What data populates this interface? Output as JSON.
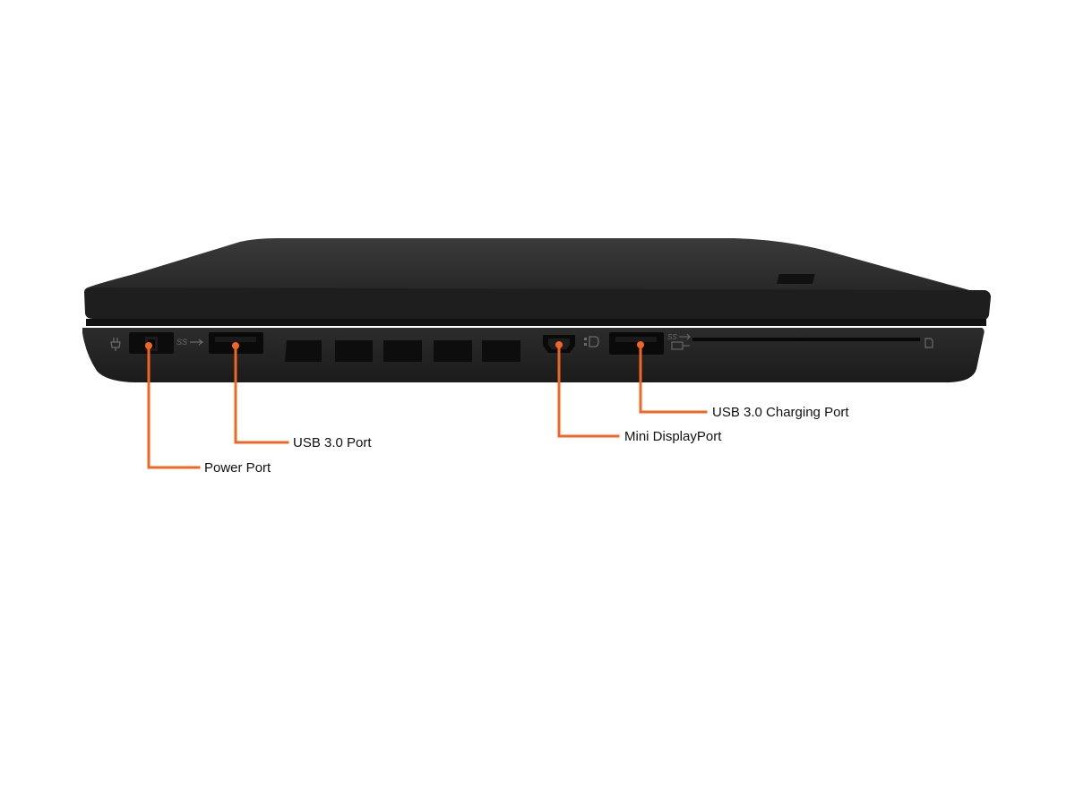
{
  "colors": {
    "background": "#ffffff",
    "laptop_body": "#262626",
    "lid_top": "#2f2f2f",
    "port_black": "#0a0a0a",
    "callout_orange": "#f26522"
  },
  "callouts": {
    "power_port": "Power Port",
    "usb_port": "USB 3.0 Port",
    "mini_displayport": "Mini DisplayPort",
    "usb_charging_port": "USB 3.0 Charging Port"
  },
  "icons": {
    "power": "power-plug-icon",
    "usb_ss": "usb-superspeed-icon",
    "displayport": "displayport-icon",
    "usb_charge": "usb-charge-icon",
    "card_slot": "sd-card-icon",
    "logo": "brand-logo"
  }
}
